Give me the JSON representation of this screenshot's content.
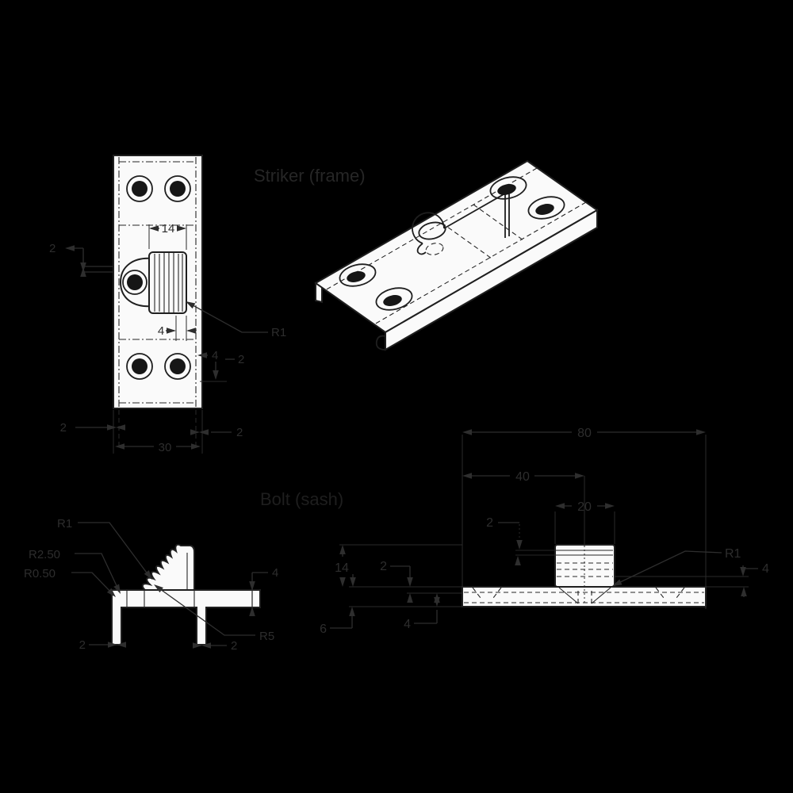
{
  "canvas": {
    "background": "#000000",
    "paper_color": "#fafafa",
    "line_color": "#1f1f1f",
    "dimension_color": "#2e2e2e"
  },
  "titles": {
    "striker": "Striker (frame)",
    "bolt": "Bolt (sash)"
  },
  "front_view": {
    "dims": {
      "rib_width": "14",
      "rib_offset": "4",
      "rib_radius": "R1",
      "tab_thickness": "2",
      "bend_offset": "4",
      "hole_offset": "2",
      "left_bend": "2",
      "right_bend": "2",
      "overall_width": "30"
    }
  },
  "side_view": {
    "dims": {
      "tip_radius": "R1",
      "corner_radius": "R2.50",
      "edge_radius": "R0.50",
      "bend_radius": "R5",
      "left_leg_thickness": "2",
      "right_leg_thickness": "2",
      "plate_thickness": "4"
    }
  },
  "section_view": {
    "dims": {
      "overall_length": "80",
      "block_center_offset": "40",
      "block_width": "20",
      "step_depth": "2",
      "fillet_radius": "R1",
      "shoulder_height": "4",
      "block_height": "14",
      "top_offset": "2",
      "lower_thickness": "4",
      "total_thickness": "6"
    }
  }
}
